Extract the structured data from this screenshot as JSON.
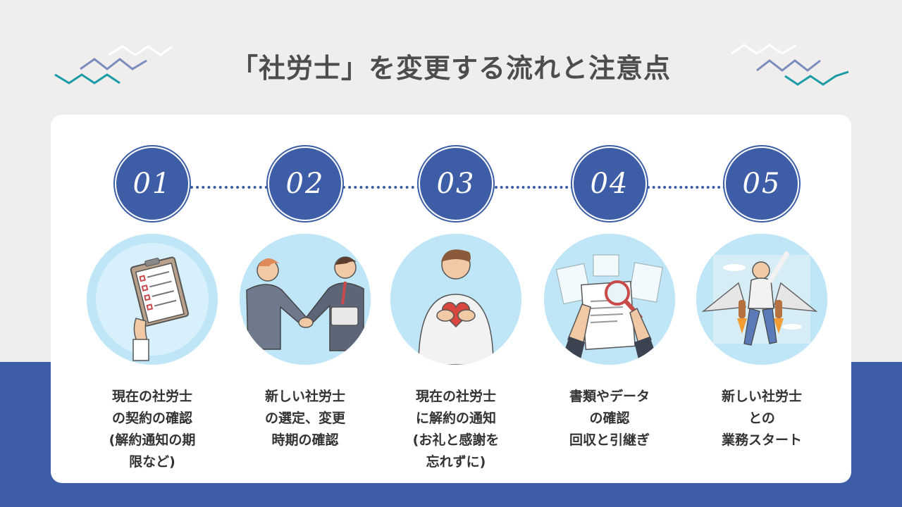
{
  "title": "「社労士」を変更する流れと注意点",
  "colors": {
    "accent": "#3d5ea6",
    "teal": "#1a9aa6",
    "illustration_bg": "#bfe6f7",
    "page_bg": "#efeeec"
  },
  "steps": [
    {
      "number": "01",
      "icon": "clipboard-checklist-icon",
      "caption": "現在の社労士\nの契約の確認\n(解約通知の期\n限など)"
    },
    {
      "number": "02",
      "icon": "handshake-icon",
      "caption": "新しい社労士\nの選定、変更\n時期の確認"
    },
    {
      "number": "03",
      "icon": "heart-gratitude-icon",
      "caption": "現在の社労士\nに解約の通知\n(お礼と感謝を\n忘れずに)"
    },
    {
      "number": "04",
      "icon": "document-magnifier-icon",
      "caption": "書類やデータ\nの確認\n回収と引継ぎ"
    },
    {
      "number": "05",
      "icon": "jetpack-launch-icon",
      "caption": "新しい社労士\nとの\n業務スタート"
    }
  ]
}
